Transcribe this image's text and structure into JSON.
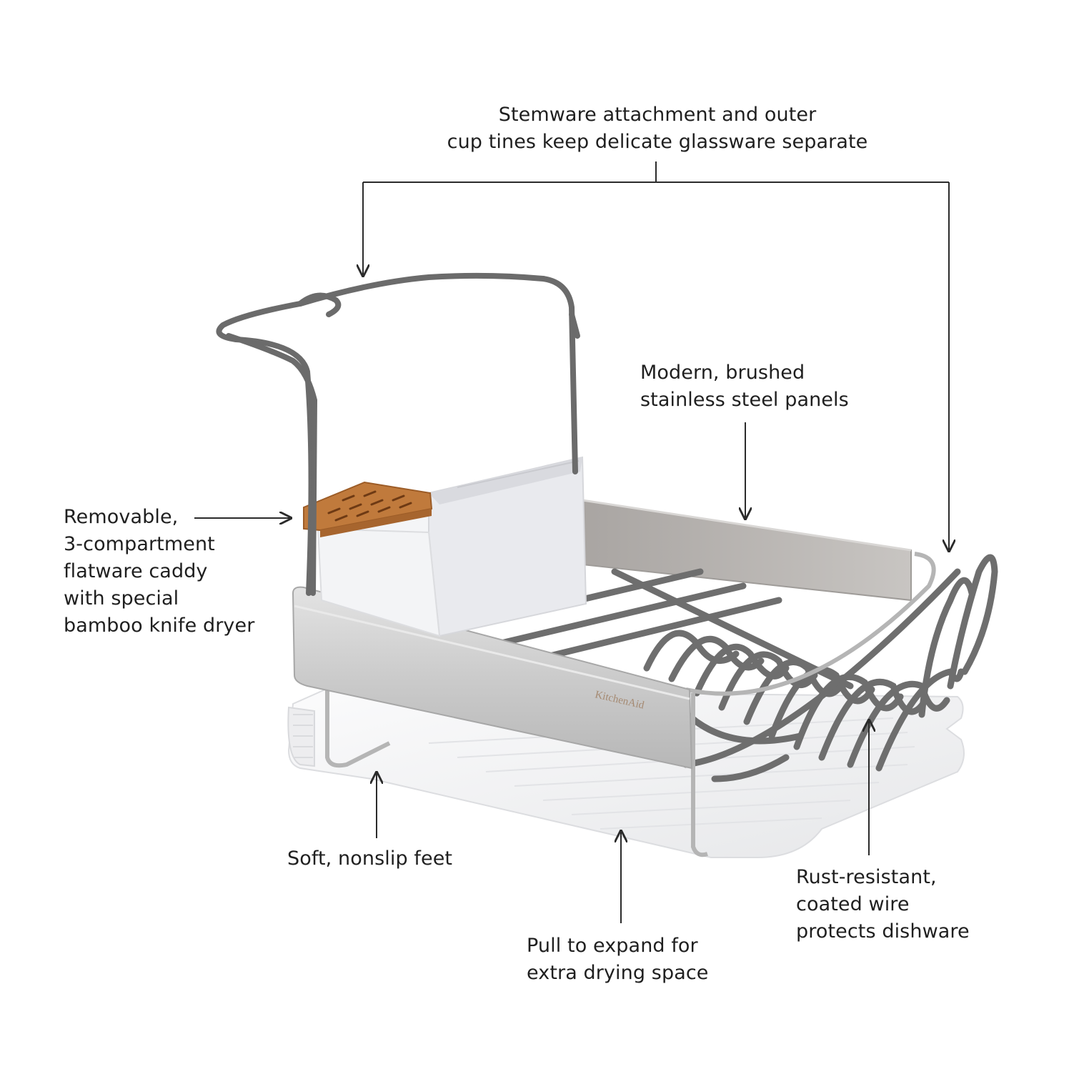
{
  "callouts": {
    "stemware": [
      "Stemware attachment and outer",
      "cup tines keep delicate glassware separate"
    ],
    "steel_panels": [
      "Modern, brushed",
      "stainless steel panels"
    ],
    "caddy": [
      "Removable,",
      "3-compartment",
      "flatware caddy",
      "with special",
      "bamboo knife dryer"
    ],
    "feet": [
      "Soft, nonslip feet"
    ],
    "expand": [
      "Pull to expand for",
      "extra drying space"
    ],
    "wire": [
      "Rust-resistant,",
      "coated wire",
      "protects dishware"
    ]
  },
  "brand_logo_text": "KitchenAid",
  "colors": {
    "text": "#1f1f1f",
    "leader_line": "#2b2b2b",
    "wire_gray": "#6e6e6e",
    "steel": "#c9c9c9",
    "tray_white": "#f2f2f3",
    "bamboo": "#c07a3c"
  }
}
